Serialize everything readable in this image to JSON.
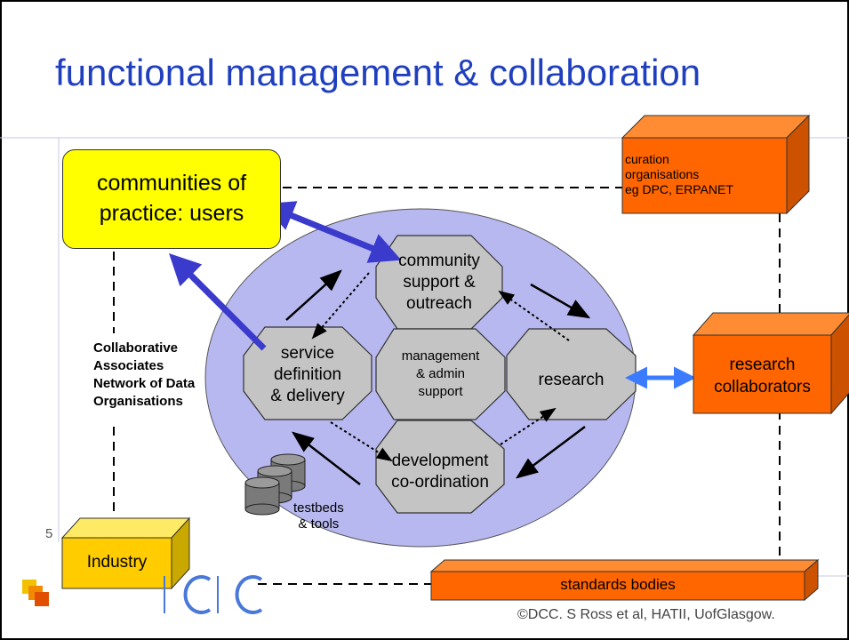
{
  "title": "functional management & collaboration",
  "communities_box": {
    "line1": "communities of",
    "line2": "practice: users"
  },
  "curation": {
    "line1": "curation",
    "line2": "organisations",
    "line3": "eg DPC, ERPANET"
  },
  "research_collab": {
    "line1": "research",
    "line2": "collaborators"
  },
  "industry": "Industry",
  "standards": "standards bodies",
  "network": {
    "line1": "Collaborative",
    "line2": "Associates",
    "line3": "Network of Data",
    "line4": "Organisations"
  },
  "community_support": {
    "line1": "community",
    "line2": "support &",
    "line3": "outreach"
  },
  "service": {
    "line1": "service",
    "line2": "definition",
    "line3": "& delivery"
  },
  "management": {
    "line1": "management",
    "line2": "& admin",
    "line3": "support"
  },
  "research": "research",
  "development": {
    "line1": "development",
    "line2": "co-ordination"
  },
  "testbeds": {
    "line1": "testbeds",
    "line2": "& tools"
  },
  "slide_number": "5",
  "footer": "©DCC. S Ross et al, HATII, UofGlasgow.",
  "colors": {
    "title": "#1f3fbf",
    "orange": "#ff6600",
    "yellow": "#ffff00",
    "ellipse": "#b8b8f0",
    "octagon": "#c4c4c4",
    "blue_arrow": "#3a3acc",
    "light_blue_arrow": "#3b7bff"
  },
  "logo_text": "DCC"
}
